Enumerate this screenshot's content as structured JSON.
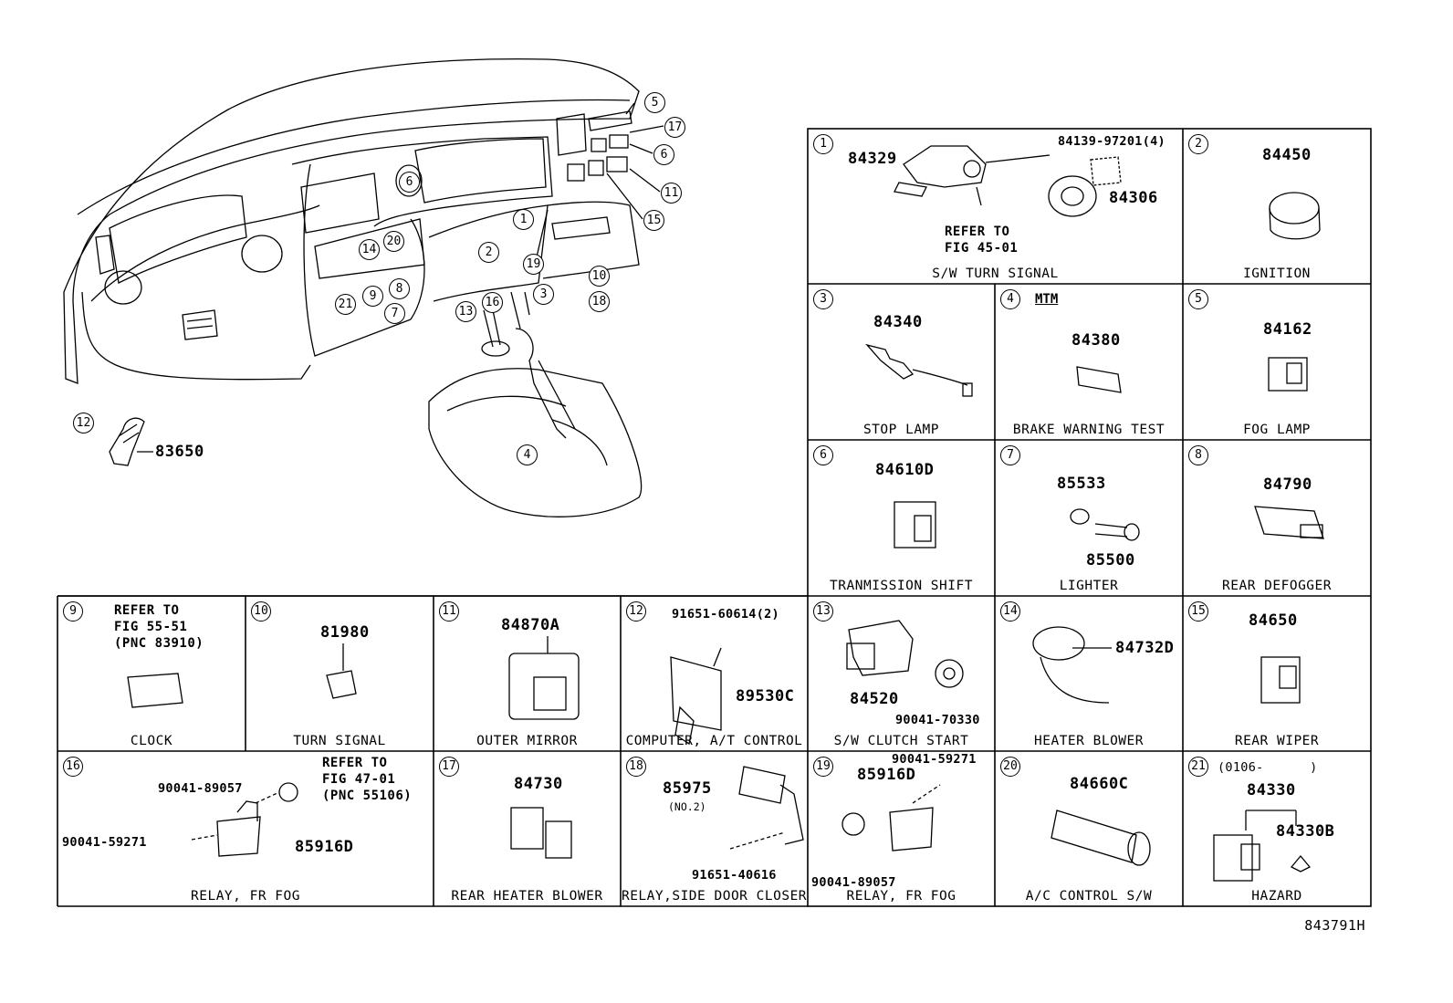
{
  "figure_id": "843791H",
  "overview": {
    "callouts": [
      "5",
      "17",
      "6",
      "6",
      "11",
      "15",
      "1",
      "2",
      "19",
      "3",
      "10",
      "18",
      "14",
      "20",
      "21",
      "9",
      "8",
      "7",
      "13",
      "16",
      "4",
      "12"
    ],
    "part_12_number": "83650"
  },
  "cells": [
    {
      "num": "1",
      "caption": "S/W TURN SIGNAL",
      "parts": [
        "84329",
        "84306"
      ],
      "extra": "84139-97201(4)",
      "refer": "REFER TO\nFIG 45-01"
    },
    {
      "num": "2",
      "caption": "IGNITION",
      "parts": [
        "84450"
      ]
    },
    {
      "num": "3",
      "caption": "STOP LAMP",
      "parts": [
        "84340"
      ]
    },
    {
      "num": "4",
      "caption": "BRAKE WARNING TEST",
      "parts": [
        "84380"
      ],
      "note": "MTM"
    },
    {
      "num": "5",
      "caption": "FOG LAMP",
      "parts": [
        "84162"
      ]
    },
    {
      "num": "6",
      "caption": "TRANMISSION SHIFT",
      "parts": [
        "84610D"
      ]
    },
    {
      "num": "7",
      "caption": "LIGHTER",
      "parts": [
        "85533",
        "85500"
      ]
    },
    {
      "num": "8",
      "caption": "REAR DEFOGGER",
      "parts": [
        "84790"
      ]
    },
    {
      "num": "9",
      "caption": "CLOCK",
      "refer": "REFER TO\nFIG 55-51\n(PNC 83910)"
    },
    {
      "num": "10",
      "caption": "TURN SIGNAL",
      "parts": [
        "81980"
      ]
    },
    {
      "num": "11",
      "caption": "OUTER MIRROR",
      "parts": [
        "84870A"
      ]
    },
    {
      "num": "12",
      "caption": "COMPUTER, A/T CONTROL",
      "parts": [
        "89530C"
      ],
      "extra": "91651-60614(2)"
    },
    {
      "num": "13",
      "caption": "S/W CLUTCH START",
      "parts": [
        "84520",
        "90041-70330"
      ]
    },
    {
      "num": "14",
      "caption": "HEATER BLOWER",
      "parts": [
        "84732D"
      ]
    },
    {
      "num": "15",
      "caption": "REAR WIPER",
      "parts": [
        "84650"
      ]
    },
    {
      "num": "16",
      "caption": "RELAY, FR FOG",
      "parts": [
        "85916D",
        "90041-89057",
        "90041-59271"
      ],
      "refer": "REFER TO\nFIG 47-01\n(PNC 55106)"
    },
    {
      "num": "17",
      "caption": "REAR HEATER BLOWER",
      "parts": [
        "84730"
      ]
    },
    {
      "num": "18",
      "caption": "RELAY,SIDE DOOR CLOSER",
      "parts": [
        "85975",
        "91651-40616"
      ],
      "note": "(NO.2)"
    },
    {
      "num": "19",
      "caption": "RELAY, FR FOG",
      "parts": [
        "85916D",
        "90041-59271",
        "90041-89057"
      ]
    },
    {
      "num": "20",
      "caption": "A/C CONTROL S/W",
      "parts": [
        "84660C"
      ]
    },
    {
      "num": "21",
      "caption": "HAZARD",
      "parts": [
        "84330",
        "84330B"
      ],
      "note": "(0106-      )"
    }
  ]
}
